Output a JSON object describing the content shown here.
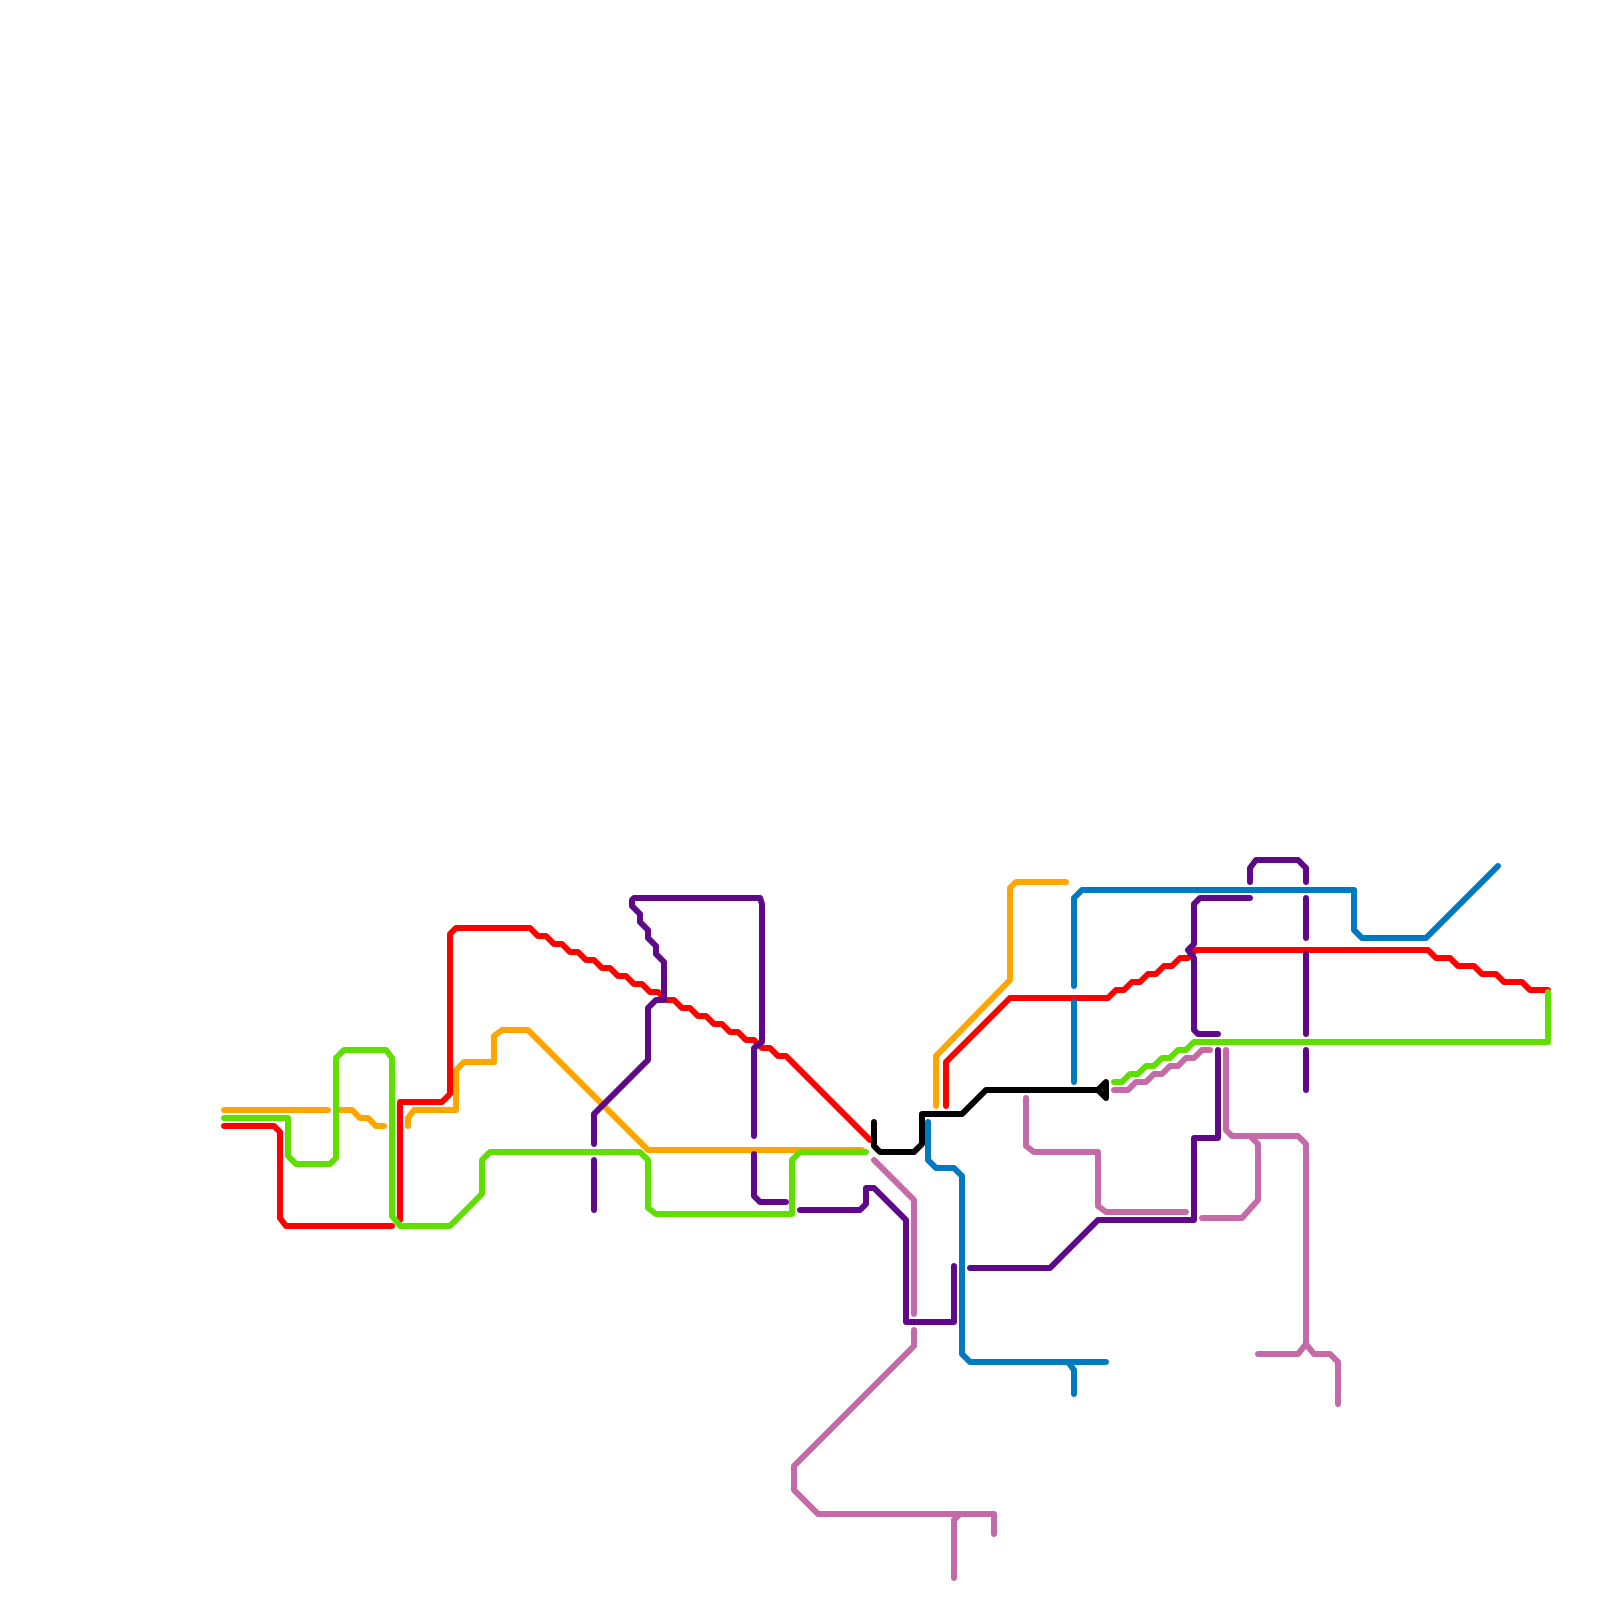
{
  "map": {
    "background": "#ffffff",
    "lines": [
      {
        "id": "red",
        "color": "#ff0000"
      },
      {
        "id": "orange",
        "color": "#ffa500"
      },
      {
        "id": "green",
        "color": "#5fde00"
      },
      {
        "id": "purple",
        "color": "#5e0988"
      },
      {
        "id": "blue",
        "color": "#0079c1"
      },
      {
        "id": "pink",
        "color": "#c46aa7"
      },
      {
        "id": "black",
        "color": "#000000"
      }
    ]
  }
}
